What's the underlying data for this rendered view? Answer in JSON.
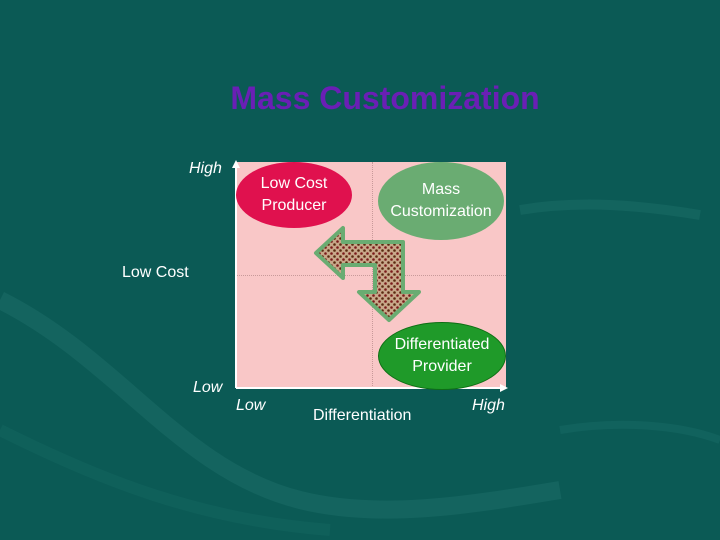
{
  "slide": {
    "title": "Mass Customization",
    "colors": {
      "background": "#0b5a55",
      "title": "#6a1fb5",
      "plot_area": "#f9c7c7",
      "low_cost_producer": "#e0114e",
      "mass_customization": "#6aac72",
      "differentiated_provider": "#1f9a29"
    }
  },
  "axes": {
    "y_high": "High",
    "y_label": "Low Cost",
    "y_low": "Low",
    "x_low": "Low",
    "x_label": "Differentiation",
    "x_high": "High"
  },
  "quadrants": {
    "low_cost_producer": {
      "line1": "Low Cost",
      "line2": "Producer"
    },
    "mass_customization": {
      "line1": "Mass",
      "line2": "Customization"
    },
    "differentiated_provider": {
      "line1": "Differentiated",
      "line2": "Provider"
    }
  },
  "icons": [
    "bent-double-arrow-icon"
  ]
}
